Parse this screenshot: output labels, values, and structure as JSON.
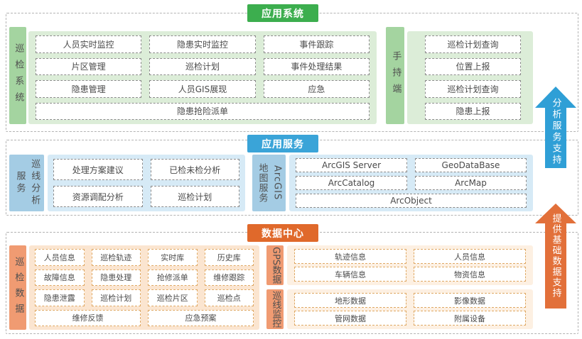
{
  "titles": {
    "app_system": "应用系统",
    "app_service": "应用服务",
    "data_center": "数据中心"
  },
  "arrows": {
    "analysis": {
      "label": "分析服务支持",
      "color": "#2f9fd6"
    },
    "data_support": {
      "label": "提供基础数据支持",
      "color": "#e2703a"
    }
  },
  "colors": {
    "green_badge": "#3cae4e",
    "green_strip": "#a4d4a0",
    "green_panel": "#dcedd8",
    "blue_badge": "#3aa4d8",
    "blue_strip": "#a4cce4",
    "blue_panel": "#d6eaf6",
    "orange_badge": "#e0692b",
    "orange_strip": "#f09b72",
    "orange_panel": "#fbe5d0",
    "cream_panel": "#fdf0e2"
  },
  "app_system": {
    "patrol_system": {
      "label": "巡检系统",
      "grid": [
        [
          "人员实时监控",
          "隐患实时监控",
          "事件跟踪"
        ],
        [
          "片区管理",
          "巡检计划",
          "事件处理结果"
        ],
        [
          "隐患管理",
          "人员GIS展现",
          "应急"
        ]
      ],
      "wide": "隐患抢险派单"
    },
    "handheld": {
      "label": "手持端",
      "boxes": [
        "巡检计划查询",
        "位置上报",
        "巡检计划查询",
        "隐患上报"
      ]
    }
  },
  "app_service": {
    "line_analysis": {
      "label": "巡线分析\n服务",
      "rows": [
        [
          "处理方案建议",
          "已检未检分析"
        ],
        [
          "资源调配分析",
          "巡检计划"
        ]
      ]
    },
    "arcgis": {
      "label": "ArcGIS\n地图服务",
      "rows": [
        [
          "ArcGIS Server",
          "GeoDataBase"
        ],
        [
          "ArcCatalog",
          "ArcMap"
        ]
      ],
      "wide": "ArcObject"
    }
  },
  "data_center": {
    "patrol_data": {
      "label": "巡检数据",
      "grid": [
        [
          "人员信息",
          "巡检轨迹",
          "实时库",
          "历史库"
        ],
        [
          "故障信息",
          "隐患处理",
          "抢修派单",
          "维修跟踪"
        ],
        [
          "隐患泄露",
          "巡检计划",
          "巡检片区",
          "巡检点"
        ]
      ],
      "wide": [
        "维修反馈",
        "应急预案"
      ]
    },
    "gps": {
      "label": "GPS数据",
      "rows": [
        [
          "轨迹信息",
          "人员信息"
        ],
        [
          "车辆信息",
          "物资信息"
        ]
      ]
    },
    "line_monitor": {
      "label": "巡线监控",
      "rows": [
        [
          "地形数据",
          "影像数据"
        ],
        [
          "管网数据",
          "附属设备"
        ]
      ]
    }
  }
}
